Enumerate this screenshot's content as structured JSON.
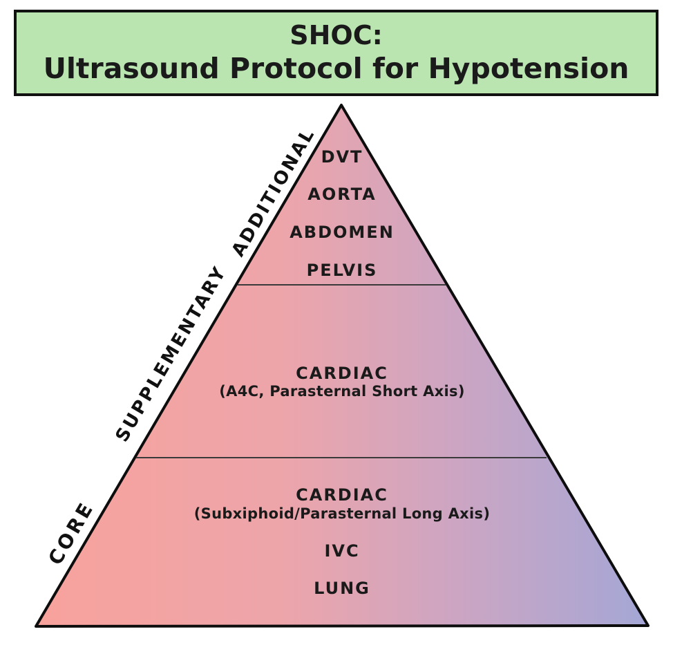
{
  "title": {
    "line1": "SHOC:",
    "line2": "Ultrasound Protocol for Hypotension"
  },
  "header": {
    "background": "#bae5b0",
    "border": "#111111"
  },
  "pyramid": {
    "tiers": [
      {
        "side_label": "ADDITIONAL",
        "items": [
          "DVT",
          "AORTA",
          "ABDOMEN",
          "PELVIS"
        ]
      },
      {
        "side_label": "SUPPLEMENTARY",
        "items": [
          "CARDIAC",
          "(A4C, Parasternal Short Axis)"
        ]
      },
      {
        "side_label": "CORE",
        "items": [
          "CARDIAC",
          "(Subxiphoid/Parasternal Long Axis)",
          "IVC",
          "LUNG"
        ]
      }
    ],
    "colors": {
      "gradient_left": "#f8a29c",
      "gradient_mid_pink": "#eda5aa",
      "gradient_mid_mauve": "#cda5c2",
      "gradient_right": "#a4a7d6",
      "outline": "#0d0d0d",
      "divider": "#3a3a3a",
      "text": "#1a1a1a"
    }
  }
}
